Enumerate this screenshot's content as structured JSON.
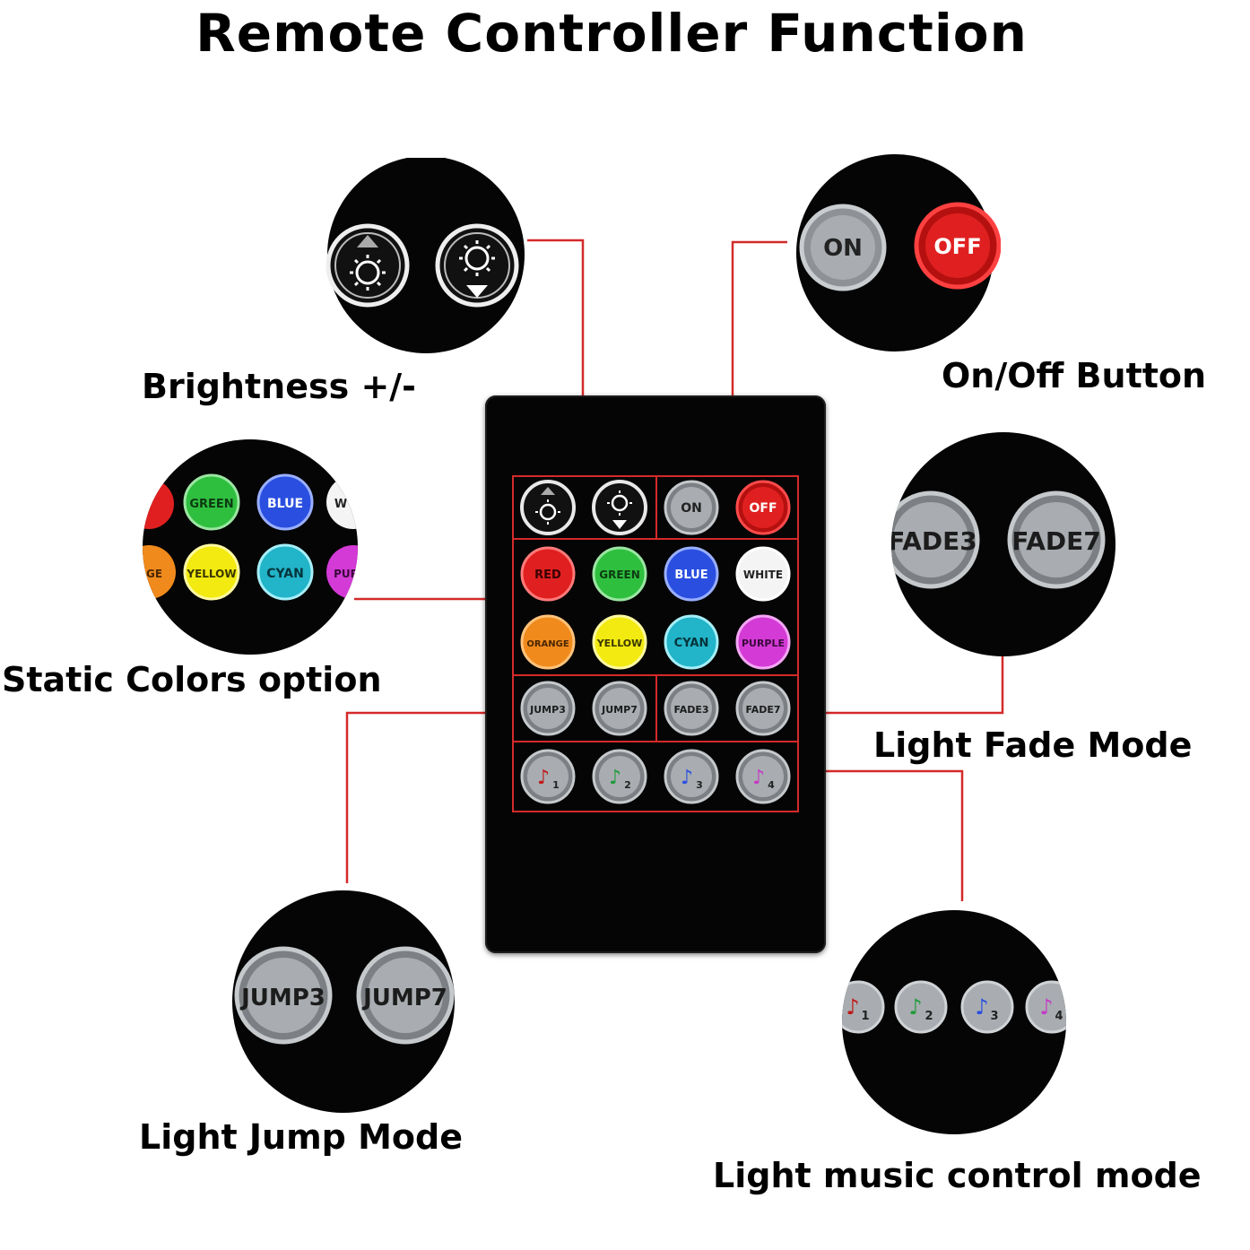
{
  "title": "Remote Controller Function",
  "captions": {
    "brightness": "Brightness +/-",
    "onoff": "On/Off Button",
    "static": "Static Colors option",
    "fade": "Light Fade Mode",
    "jump": "Light Jump Mode",
    "music": "Light music control mode"
  },
  "buttons": {
    "on": "ON",
    "off": "OFF",
    "red": "RED",
    "green": "GREEN",
    "blue": "BLUE",
    "white": "WHITE",
    "orange": "ORANGE",
    "yellow": "YELLOW",
    "cyan": "CYAN",
    "purple": "PURPLE",
    "jump3": "JUMP3",
    "jump7": "JUMP7",
    "fade3": "FADE3",
    "fade7": "FADE7",
    "music1": "1",
    "music2": "2",
    "music3": "3",
    "music4": "4"
  },
  "zoom_static": {
    "row1": [
      "GREEN",
      "BLUE",
      "W"
    ],
    "row2": [
      "GE",
      "YELLOW",
      "CYAN",
      "PUR"
    ]
  },
  "colors": {
    "connector": "#d42a2a",
    "red": "#e02020",
    "green": "#2fbf3f",
    "blue": "#2a4fe0",
    "white": "#f4f4f4",
    "orange": "#f08a1c",
    "yellow": "#f2ea10",
    "cyan": "#22b4c8",
    "purple": "#d43ad6",
    "grey": "#a9adb1"
  }
}
